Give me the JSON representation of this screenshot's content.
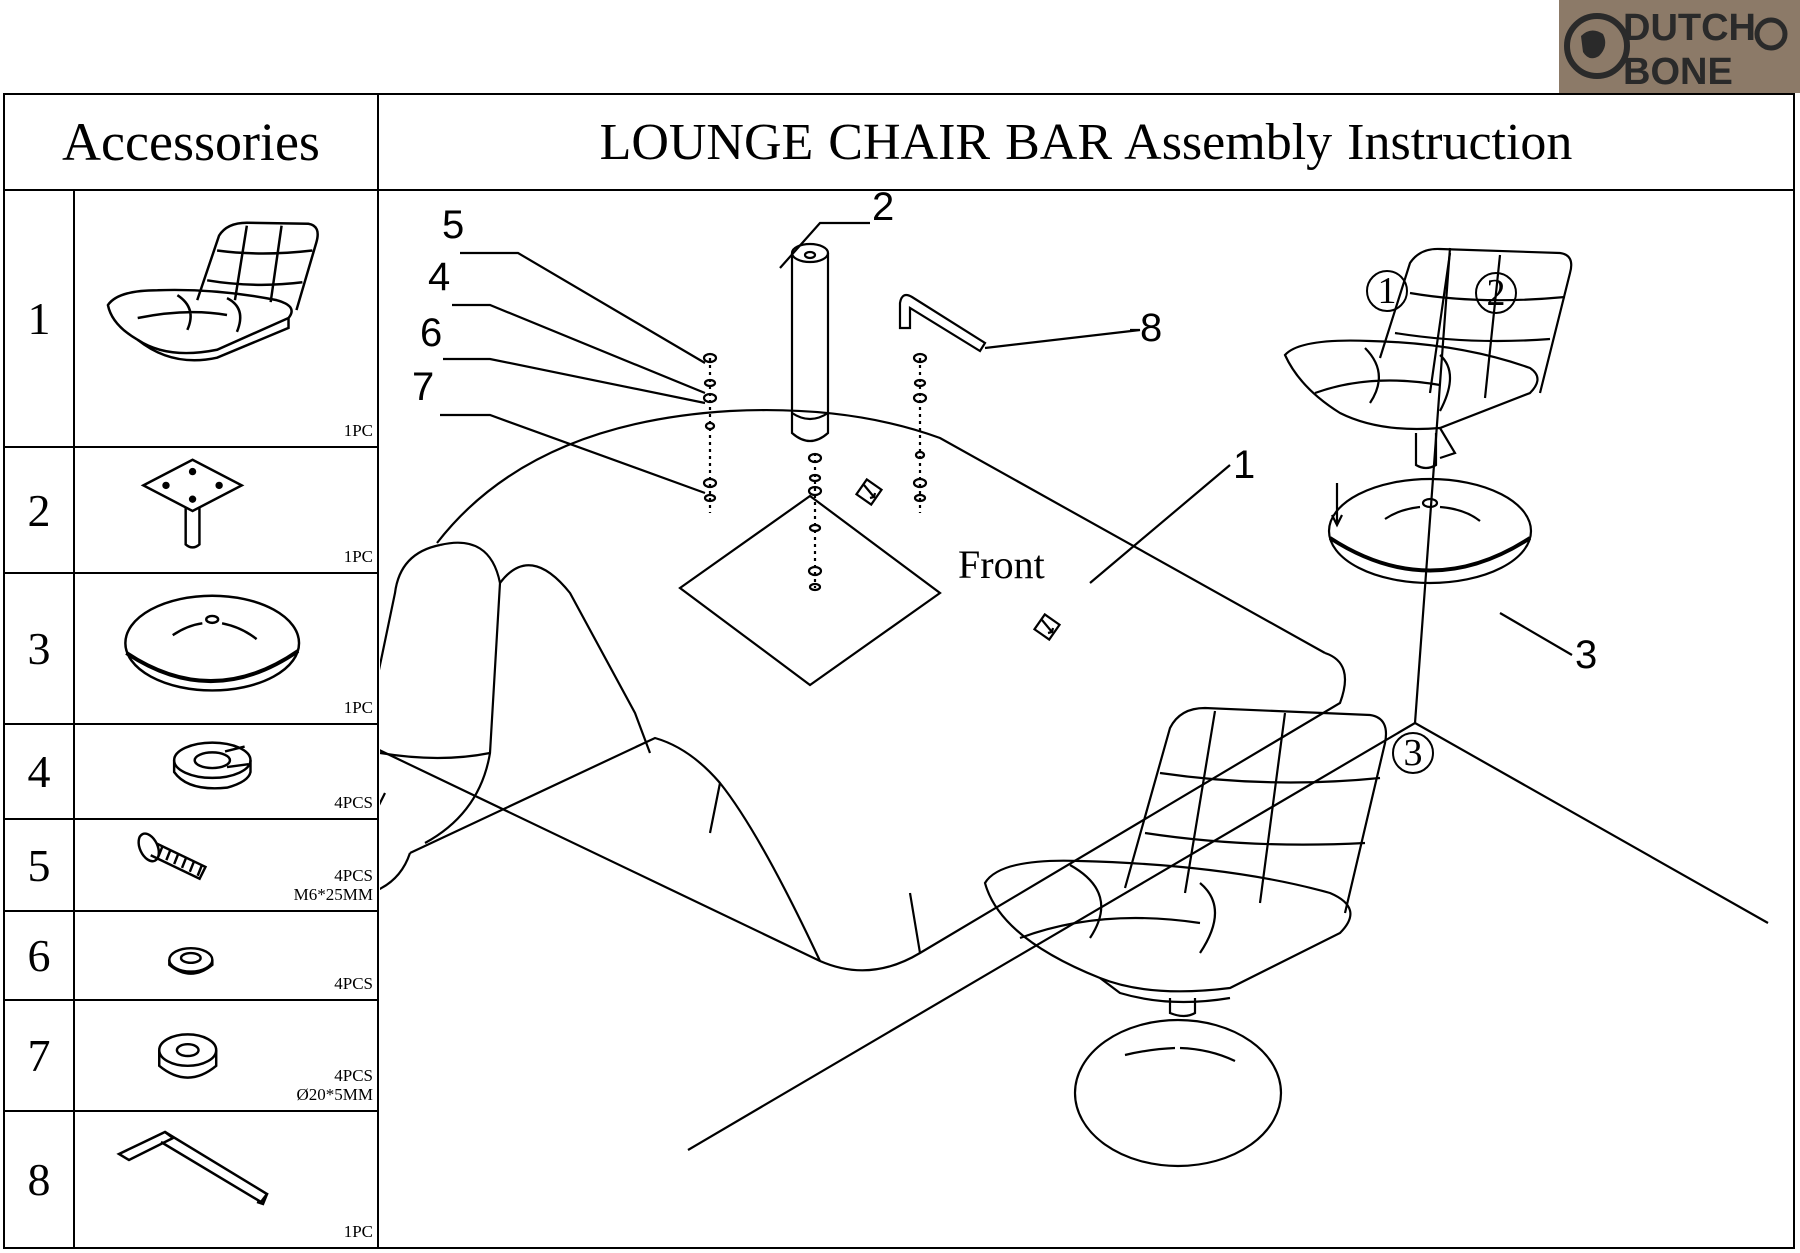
{
  "brand": {
    "logo_text_line1": "DUTCH",
    "logo_text_line2": "BONE",
    "logo_color": "#8c7a68"
  },
  "header": {
    "accessories_title": "Accessories",
    "main_title": "LOUNGE CHAIR BAR  Assembly Instruction"
  },
  "accessories": [
    {
      "number": "1",
      "qty": "1PC",
      "spec": "",
      "icon": "seat-icon"
    },
    {
      "number": "2",
      "qty": "1PC",
      "spec": "",
      "icon": "base-plate-tube-icon"
    },
    {
      "number": "3",
      "qty": "1PC",
      "spec": "",
      "icon": "round-base-icon"
    },
    {
      "number": "4",
      "qty": "4PCS",
      "spec": "",
      "icon": "split-lock-washer-icon"
    },
    {
      "number": "5",
      "qty": "4PCS",
      "spec": "M6*25MM",
      "icon": "bolt-icon"
    },
    {
      "number": "6",
      "qty": "4PCS",
      "spec": "",
      "icon": "flat-washer-icon"
    },
    {
      "number": "7",
      "qty": "4PCS",
      "spec": "Ø20*5MM",
      "icon": "thick-washer-icon"
    },
    {
      "number": "8",
      "qty": "1PC",
      "spec": "",
      "icon": "allen-key-icon"
    }
  ],
  "diagram": {
    "part_labels": [
      "5",
      "4",
      "6",
      "7",
      "2",
      "8",
      "1",
      "3"
    ],
    "front_label": "Front",
    "steps": [
      "1",
      "2",
      "3"
    ]
  }
}
